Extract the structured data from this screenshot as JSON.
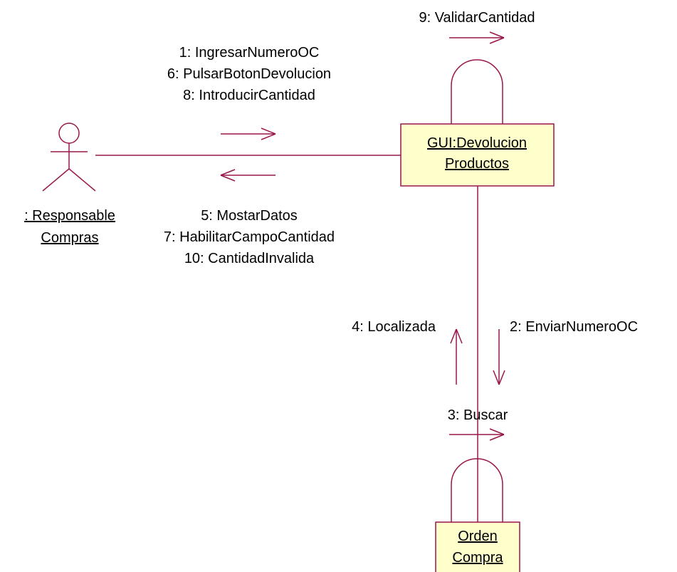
{
  "colors": {
    "line": "#99174c",
    "box_fill": "#ffffcc",
    "text": "#000000"
  },
  "actor": {
    "line1": ": Responsable",
    "line2": "Compras"
  },
  "objects": {
    "gui": {
      "line1": "GUI:Devolucion",
      "line2": "Productos"
    },
    "orden": {
      "line1": "Orden",
      "line2": "Compra"
    }
  },
  "messages": {
    "to_gui": [
      "1: IngresarNumeroOC",
      "6: PulsarBotonDevolucion",
      "8: IntroducirCantidad"
    ],
    "to_actor": [
      "5: MostarDatos",
      "7: HabilitarCampoCantidad",
      "10: CantidadInvalida"
    ],
    "self_gui": "9: ValidarCantidad",
    "up": "4: Localizada",
    "down": "2: EnviarNumeroOC",
    "self_orden": "3: Buscar"
  }
}
